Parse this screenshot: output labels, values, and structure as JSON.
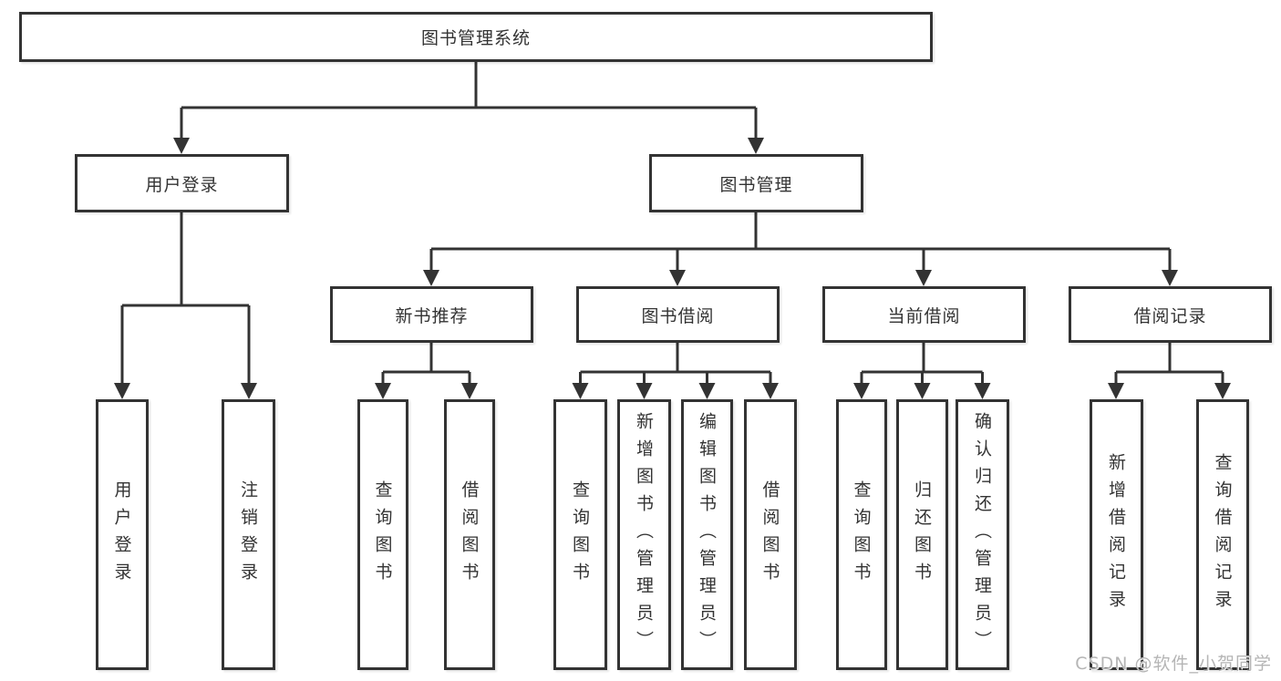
{
  "tree": {
    "root": {
      "label": "图书管理系统",
      "children": [
        {
          "label": "用户登录",
          "children": [
            {
              "label": "用户登录"
            },
            {
              "label": "注销登录"
            }
          ]
        },
        {
          "label": "图书管理",
          "children": [
            {
              "label": "新书推荐",
              "children": [
                {
                  "label": "查询图书"
                },
                {
                  "label": "借阅图书"
                }
              ]
            },
            {
              "label": "图书借阅",
              "children": [
                {
                  "label": "查询图书"
                },
                {
                  "label": "新增图书（管理员）"
                },
                {
                  "label": "编辑图书（管理员）"
                },
                {
                  "label": "借阅图书"
                }
              ]
            },
            {
              "label": "当前借阅",
              "children": [
                {
                  "label": "查询图书"
                },
                {
                  "label": "归还图书"
                },
                {
                  "label": "确认归还（管理员）"
                }
              ]
            },
            {
              "label": "借阅记录",
              "children": [
                {
                  "label": "新增借阅记录"
                },
                {
                  "label": "查询借阅记录"
                }
              ]
            }
          ]
        }
      ]
    }
  },
  "watermark": {
    "text": "CSDN @软件_小贺同学"
  },
  "colors": {
    "line": "#333333",
    "box_border": "#333333",
    "text": "#333333",
    "watermark": "#b5b5b5",
    "background": "#ffffff"
  }
}
